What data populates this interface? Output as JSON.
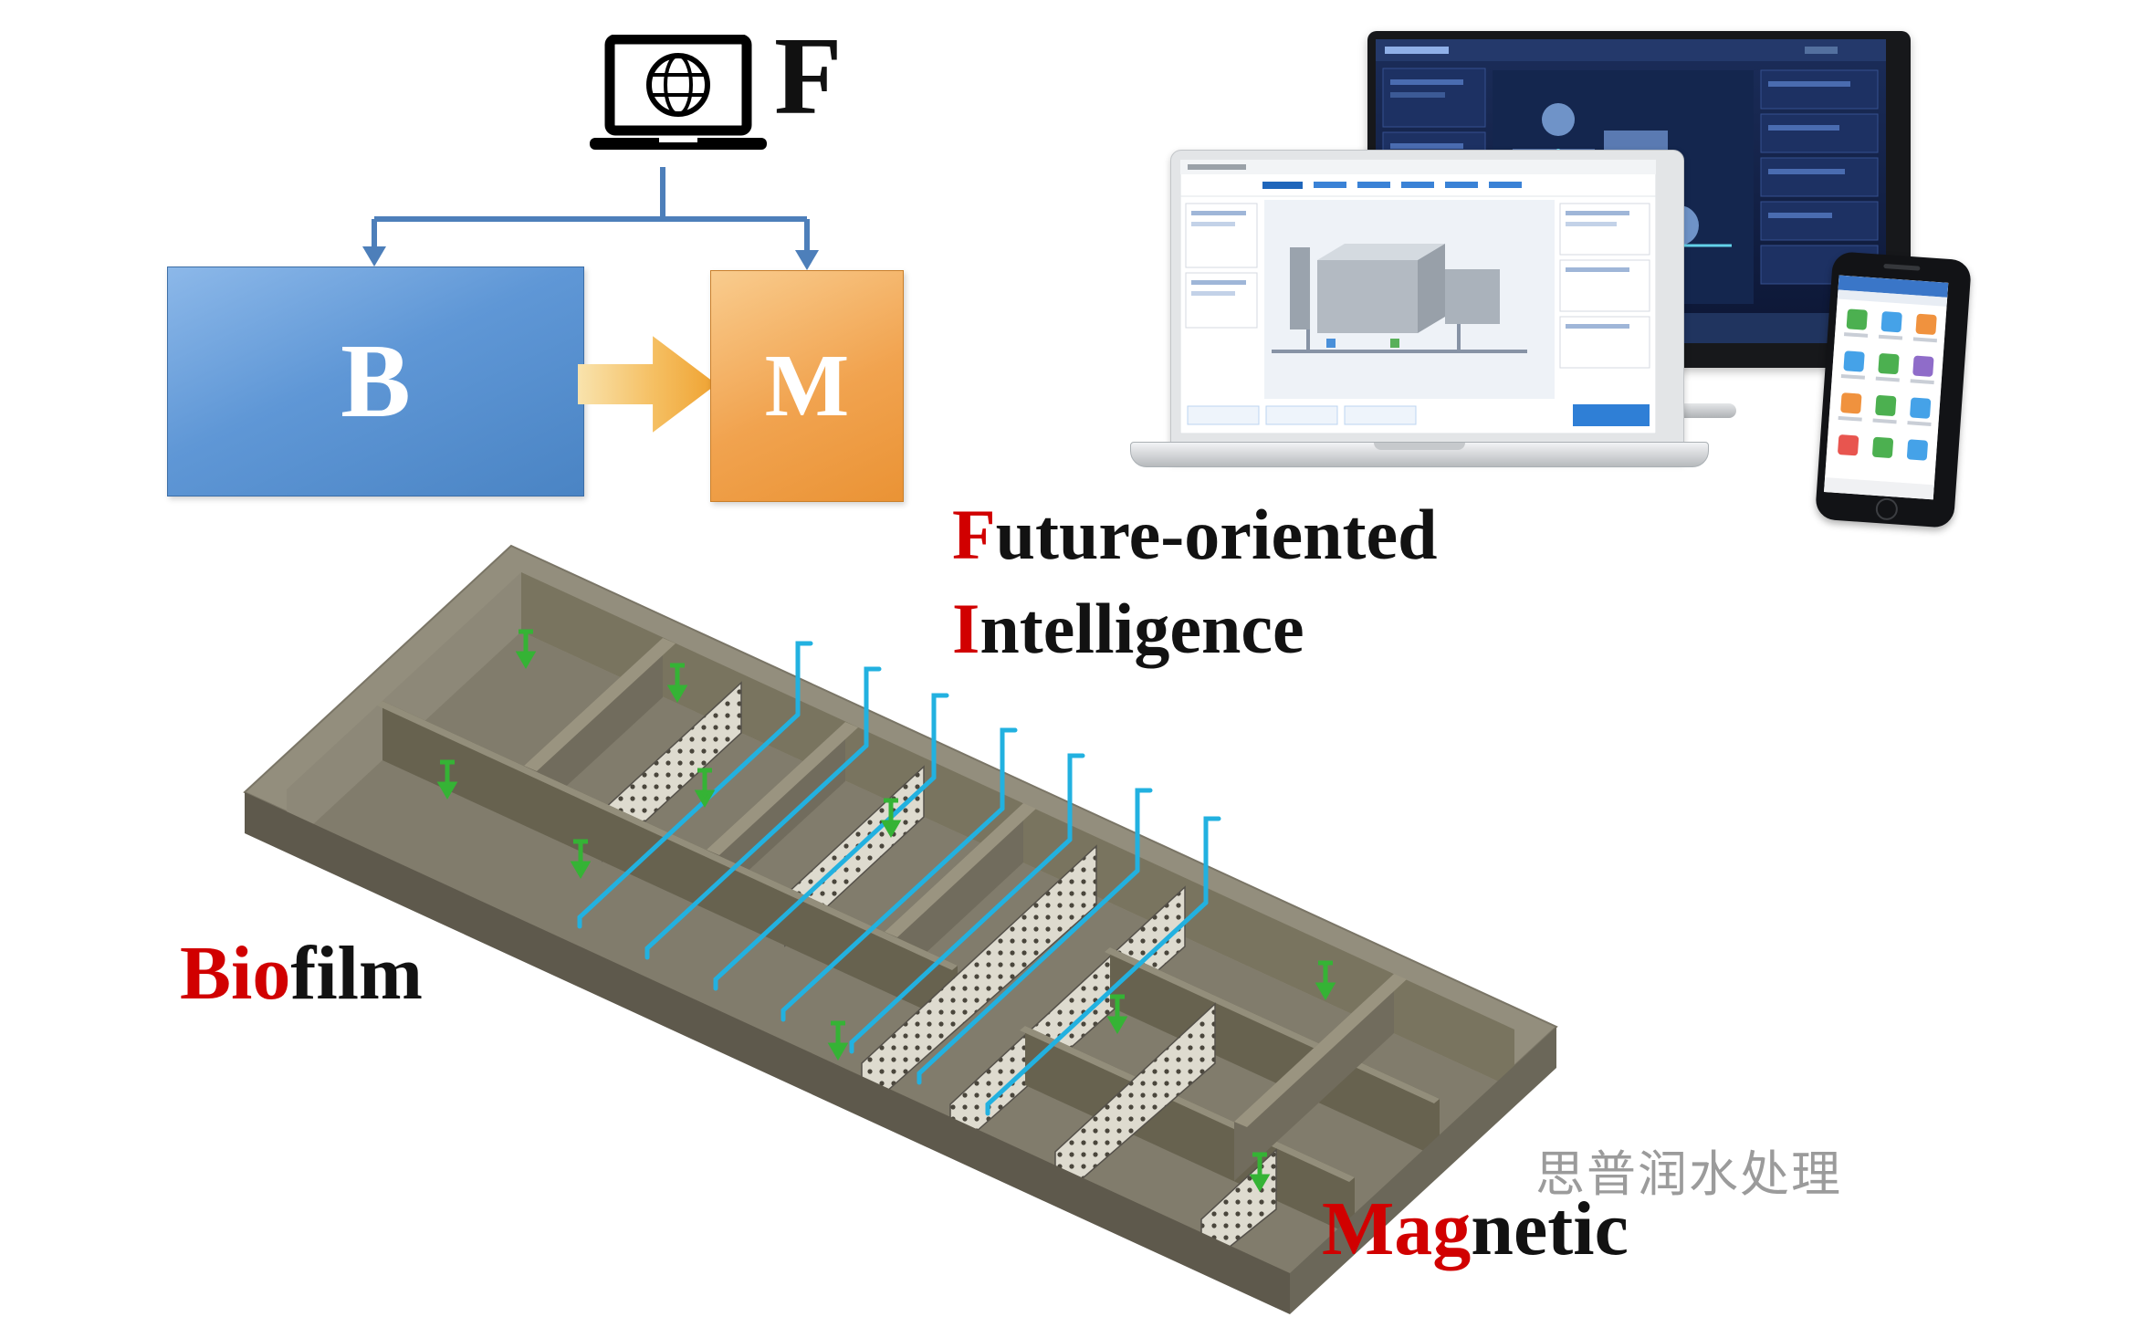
{
  "flow": {
    "laptop_label": "F",
    "source_box_label": "B",
    "target_box_label": "M"
  },
  "captions": {
    "future_highlight": "F",
    "future_rest": "uture-oriented",
    "intelligence_highlight": "I",
    "intelligence_rest": "ntelligence",
    "biofilm_highlight": "Bio",
    "biofilm_rest": "film",
    "magnetic_highlight": "Mag",
    "magnetic_rest": "netic"
  },
  "watermark": "思普润水处理",
  "colors": {
    "highlight_red": "#d10000",
    "box_b_blue": "#5f97d6",
    "box_m_orange": "#f1a34f",
    "connector_blue": "#4d7fba",
    "arrow_orange": "#efa231",
    "pipe_cyan": "#22b1e0",
    "valve_green": "#35b335",
    "basin_taupe": "#938e7d",
    "monitor_screen_navy": "#15254e"
  }
}
